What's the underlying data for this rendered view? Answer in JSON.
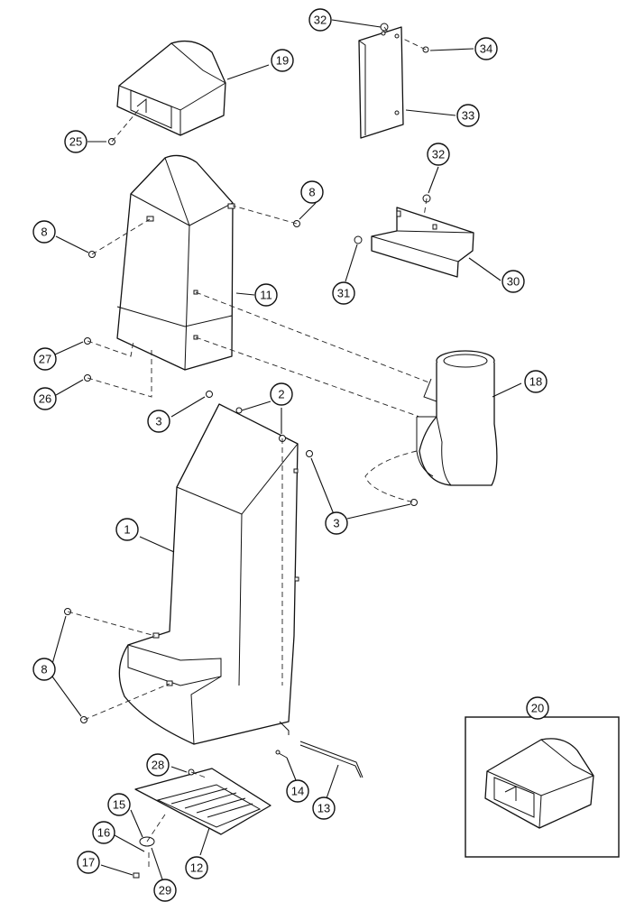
{
  "callouts": {
    "c1": "1",
    "c2": "2",
    "c3a": "3",
    "c3b": "3",
    "c8a": "8",
    "c8b": "8",
    "c8c": "8",
    "c11": "11",
    "c12": "12",
    "c13": "13",
    "c14": "14",
    "c15": "15",
    "c16": "16",
    "c17": "17",
    "c18": "18",
    "c19": "19",
    "c20": "20",
    "c25": "25",
    "c26": "26",
    "c27": "27",
    "c28": "28",
    "c29": "29",
    "c30": "30",
    "c31": "31",
    "c32a": "32",
    "c32b": "32",
    "c33": "33",
    "c34": "34"
  },
  "colors": {
    "ink": "#111111",
    "paper": "#ffffff"
  }
}
